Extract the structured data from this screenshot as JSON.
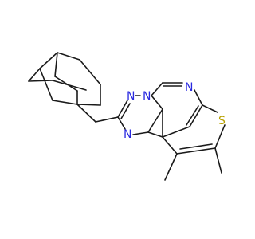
{
  "atoms": {
    "n1": {
      "label": "N",
      "color": "#2a2ae0"
    },
    "n2": {
      "label": "N",
      "color": "#2a2ae0"
    },
    "n3": {
      "label": "N",
      "color": "#2a2ae0"
    },
    "n4": {
      "label": "N",
      "color": "#2a2ae0"
    },
    "s1": {
      "label": "S",
      "color": "#b8a100"
    }
  },
  "bond_color": "#1a1a1a"
}
